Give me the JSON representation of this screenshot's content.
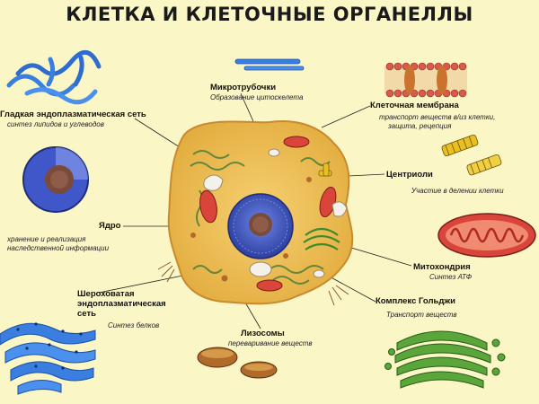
{
  "title": "КЛЕТКА И КЛЕТОЧНЫЕ ОРГАНЕЛЛЫ",
  "colors": {
    "background": "#fbf6c6",
    "cytoplasm": "#f0c45a",
    "nucleus": "#3f57c9",
    "nucleolus": "#7a4a3a",
    "mitochondria": "#d9453a",
    "er_smooth": "#3a7fe0",
    "golgi": "#5aa63a",
    "membrane": "#d85a4a",
    "centrioles": "#e8c020"
  },
  "labels": {
    "smooth_er": {
      "name": "Гладкая эндоплазматическая сеть",
      "desc": "синтез липидов и углеводов"
    },
    "microtubules": {
      "name": "Микротрубочки",
      "desc": "Образование цитоскелета"
    },
    "membrane": {
      "name": "Клеточная мембрана",
      "desc1": "транспорт веществ в/из клетки,",
      "desc2": "защита, рецепция"
    },
    "centrioles": {
      "name": "Центриоли",
      "desc": "Участие в делении клетки"
    },
    "nucleus": {
      "name": "Ядро",
      "desc1": "хранение и реализация",
      "desc2": "наследственной информации"
    },
    "mitochondria": {
      "name": "Митохондрия",
      "desc": "Синтез АТФ"
    },
    "rough_er": {
      "name1": "Шероховатая",
      "name2": "эндоплазматическая",
      "name3": "сеть",
      "desc": "Синтез белков"
    },
    "golgi": {
      "name": "Комплекс Гольджи",
      "desc": "Транспорт веществ"
    },
    "lysosomes": {
      "name": "Лизосомы",
      "desc": "переваривание веществ"
    }
  }
}
